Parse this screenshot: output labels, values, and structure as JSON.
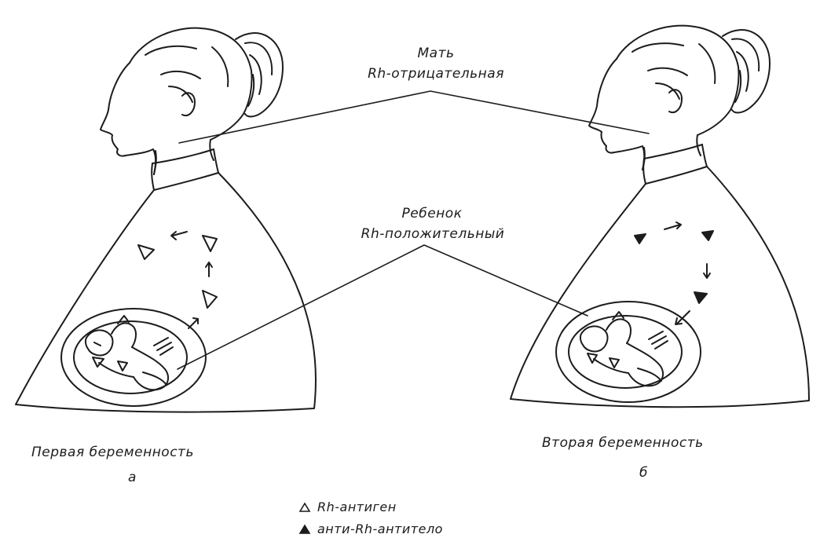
{
  "labels": {
    "mother_line1": "Мать",
    "mother_line2": "Rh-отрицательная",
    "child_line1": "Ребенок",
    "child_line2": "Rh-положительный",
    "first_pregnancy": "Первая беременность",
    "first_letter": "а",
    "second_pregnancy": "Вторая беременность",
    "second_letter": "б"
  },
  "legend": {
    "antigen": "Rh-антиген",
    "antibody": "анти-Rh-антитело"
  },
  "colors": {
    "ink": "#1c1c1c",
    "background": "#ffffff"
  }
}
